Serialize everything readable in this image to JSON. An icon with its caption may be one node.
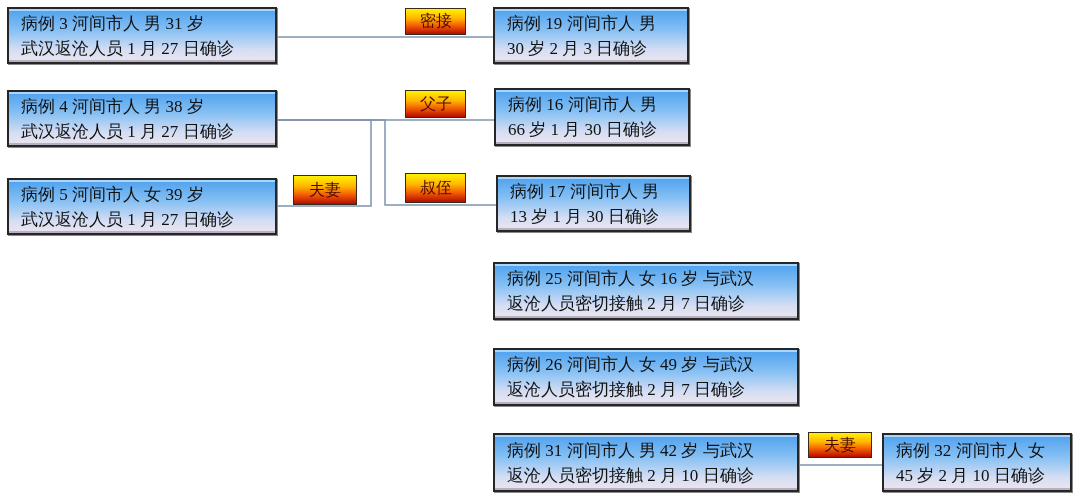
{
  "diagram": {
    "nodes": [
      {
        "text": [
          "病例 3 河间市人 男 31 岁武汉返沧人员 1 月 27 日确诊"
        ]
      },
      {
        "text": [
          "病例 19 河间市人 男 30 岁 2 月 3 日确诊"
        ]
      },
      {
        "text": [
          "病例 4 河间市人 男 38 岁武汉返沧人员 1 月 27 日确诊"
        ]
      },
      {
        "text": [
          "病例 16 河间市人 男 66 岁 1 月 30 日确诊"
        ]
      },
      {
        "text": [
          "病例 5 河间市人 女 39 岁武汉返沧人员 1 月 27 日确诊"
        ]
      },
      {
        "text": [
          "病例 17 河间市人 男 13 岁 1 月 30 日确诊"
        ]
      },
      {
        "text": [
          "病例 25 河间市人 女 16 岁 与武汉返沧人员密切接触 2 月 7 日确诊"
        ]
      },
      {
        "text": [
          "病例 26 河间市人 女 49 岁 与武汉返沧人员密切接触 2 月 7 日确诊"
        ]
      },
      {
        "text": [
          "病例 31 河间市人 男 42 岁 与武汉返沧人员密切接触 2 月 10 日确诊"
        ]
      },
      {
        "text": [
          "病例 32 河间市人 女 45 岁 2 月 10 日确诊"
        ]
      }
    ],
    "edges": [
      {
        "from": 0,
        "to": 1,
        "arrow": "none",
        "label": "密接"
      },
      {
        "from": 2,
        "to": 3,
        "arrow": "none",
        "label": "父子"
      },
      {
        "from": 4,
        "to": 2,
        "arrow": "none",
        "label": "夫妻"
      },
      {
        "from": 2,
        "to": 5,
        "arrow": "none",
        "label": "叔侄"
      },
      {
        "from": 8,
        "to": 9,
        "arrow": "none",
        "label": "夫妻"
      }
    ]
  }
}
